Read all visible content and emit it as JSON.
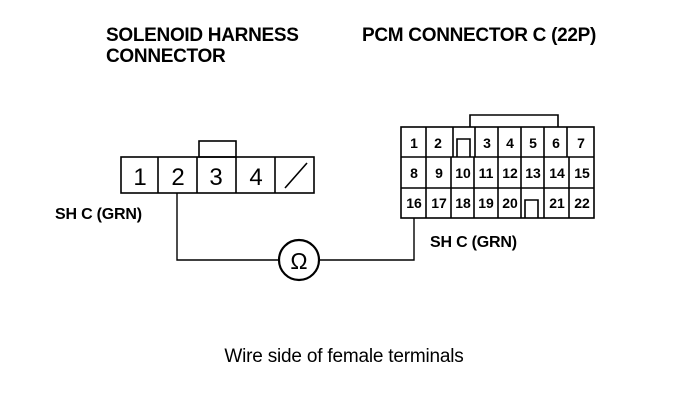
{
  "solenoid_connector": {
    "title": "SOLENOID HARNESS CONNECTOR",
    "pins": [
      "1",
      "2",
      "3",
      "4"
    ],
    "wire_label": "SH C (GRN)"
  },
  "pcm_connector": {
    "title": "PCM CONNECTOR C (22P)",
    "pins_row1": [
      "1",
      "2",
      "3",
      "4",
      "5",
      "6",
      "7"
    ],
    "pins_row2": [
      "8",
      "9",
      "10",
      "11",
      "12",
      "13",
      "14",
      "15"
    ],
    "pins_row3": [
      "16",
      "17",
      "18",
      "19",
      "20",
      "21",
      "22"
    ],
    "wire_label": "SH C (GRN)"
  },
  "meter_symbol": "Ω",
  "caption": "Wire side of female terminals"
}
